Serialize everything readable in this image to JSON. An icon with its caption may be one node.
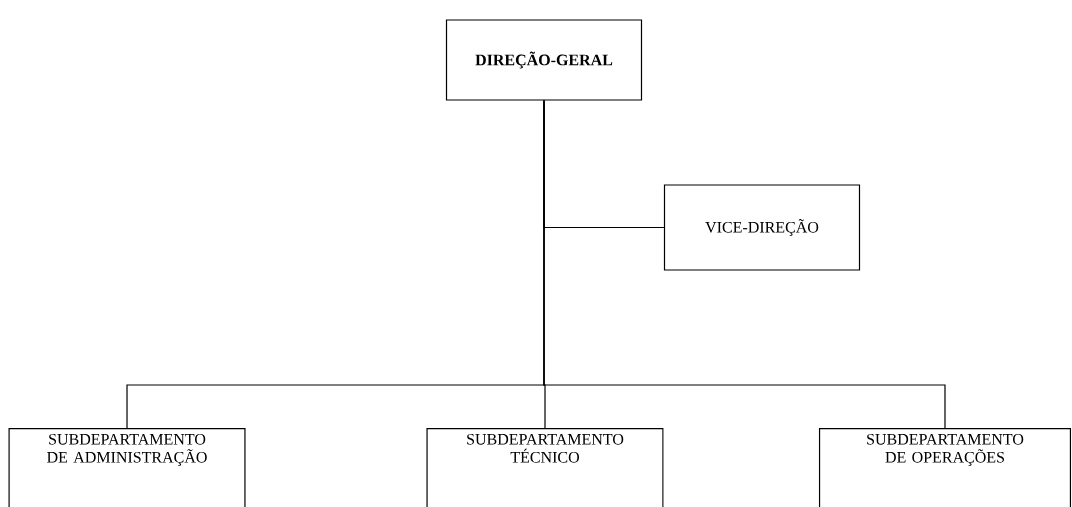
{
  "diagram": {
    "nodes": [
      {
        "text": [
          "DIREÇÃO-GERAL"
        ]
      },
      {
        "text": [
          "VICE-DIREÇÃO"
        ]
      },
      {
        "text": [
          "SUBDEPARTAMENTO DE ADMINISTRAÇÃO"
        ]
      },
      {
        "text": [
          "SUBDEPARTAMENTO TÉCNICO"
        ]
      },
      {
        "text": [
          "SUBDEPARTAMENTO DE OPERAÇÕES"
        ]
      }
    ],
    "edges": [
      {
        "from": 0,
        "to": 1,
        "arrow": "none"
      },
      {
        "from": 0,
        "to": 2,
        "arrow": "none"
      },
      {
        "from": 0,
        "to": 3,
        "arrow": "none"
      },
      {
        "from": 0,
        "to": 4,
        "arrow": "none"
      }
    ]
  }
}
